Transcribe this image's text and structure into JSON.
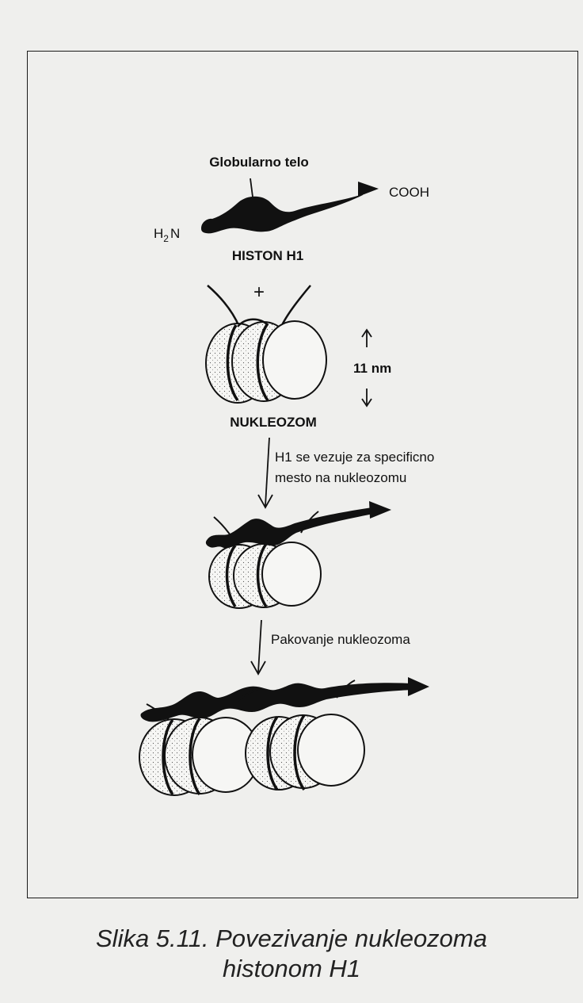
{
  "diagram": {
    "labels": {
      "globular_body": "Globularno telo",
      "cooh": "COOH",
      "h2n_h": "H",
      "h2n_sub": "2",
      "h2n_n": "N",
      "histone_h1": "HISTON H1",
      "plus": "+",
      "size": "11 nm",
      "nucleosome": "NUKLEOZOM",
      "step1_line1": "H1 se vezuje za specificno",
      "step1_line2": "mesto na nukleozomu",
      "step2": "Pakovanje nukleozoma"
    }
  },
  "caption": {
    "line1": "Slika 5.11. Povezivanje nukleozoma",
    "line2": "histonom H1"
  },
  "colors": {
    "ink": "#111111",
    "paper": "#efefed",
    "disc_fill": "#f6f6f4"
  }
}
